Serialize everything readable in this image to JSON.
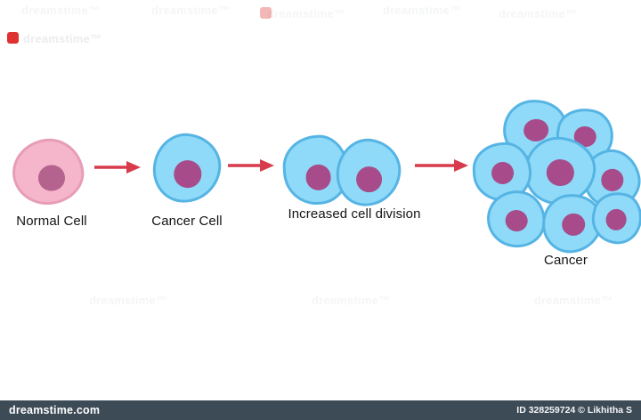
{
  "diagram": {
    "stages": [
      {
        "label": "Normal Cell"
      },
      {
        "label": "Cancer Cell"
      },
      {
        "label": "Increased cell division"
      },
      {
        "label": "Cancer"
      }
    ]
  },
  "watermark": {
    "text": "dreamstime™"
  },
  "footer": {
    "brand": "dreamstime.com",
    "credit": "ID 328259724 © Likhitha S"
  },
  "colors": {
    "pink_fill": "#F5B5CA",
    "pink_stroke": "#E79DB8",
    "pink_nucleus": "#B4638E",
    "blue_fill": "#8EDAF8",
    "blue_stroke": "#56B4E4",
    "blue_nucleus": "#A74B8B",
    "arrow_red": "#D83B4B",
    "footer_bg": "#3D4B57",
    "footer_text": "#FFFFFF",
    "label_color": "#141414",
    "watermark_color": "#C6CBD0",
    "logo_red": "#E03131"
  }
}
